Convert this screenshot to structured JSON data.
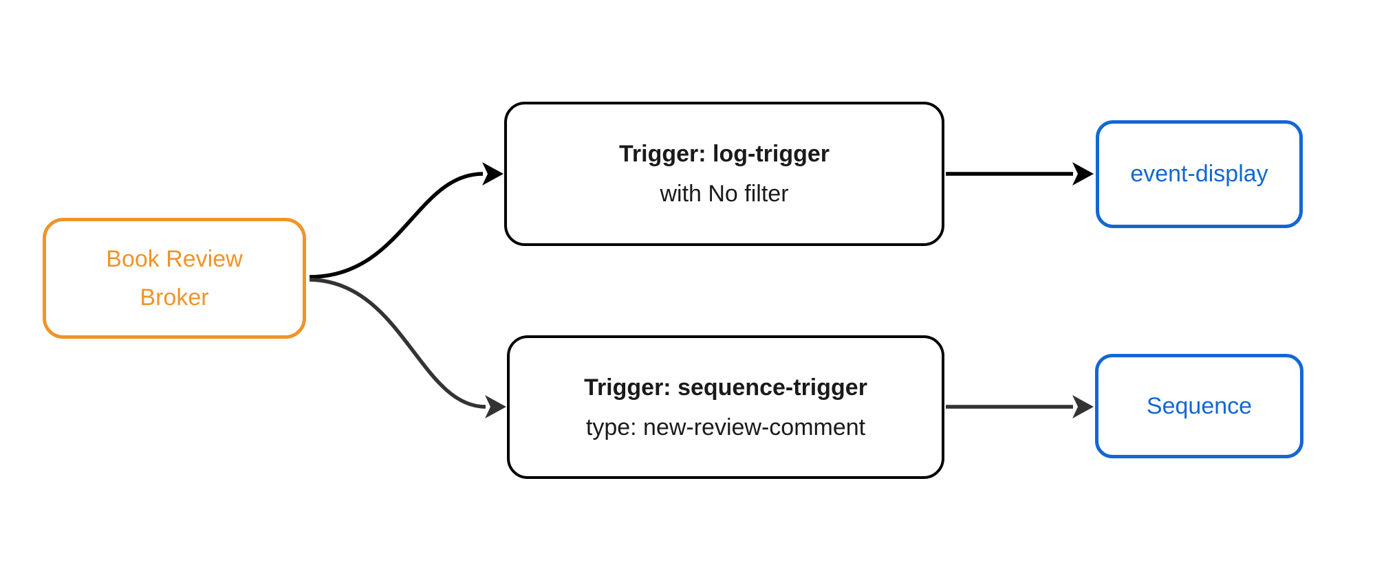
{
  "diagram": {
    "type": "flowchart",
    "direction": "left-to-right",
    "background": "#ffffff",
    "colors": {
      "broker_accent": "#F09428",
      "sink_accent": "#1467D1",
      "trigger_border": "#000000",
      "edge_primary": "#000000",
      "edge_secondary": "#333333"
    },
    "nodes": {
      "broker": {
        "label_line1": "Book Review",
        "label_line2": "Broker"
      },
      "log_trigger": {
        "title": "Trigger: log-trigger",
        "subtitle": "with No filter"
      },
      "sequence_trigger": {
        "title": "Trigger: sequence-trigger",
        "subtitle": "type: new-review-comment"
      },
      "event_display": {
        "label": "event-display"
      },
      "sequence": {
        "label": "Sequence"
      }
    },
    "edges": [
      {
        "from": "broker",
        "to": "log_trigger",
        "style": "curved",
        "color": "#000000"
      },
      {
        "from": "log_trigger",
        "to": "event_display",
        "style": "straight",
        "color": "#000000"
      },
      {
        "from": "broker",
        "to": "sequence_trigger",
        "style": "curved",
        "color": "#333333"
      },
      {
        "from": "sequence_trigger",
        "to": "sequence",
        "style": "straight",
        "color": "#333333"
      }
    ]
  }
}
